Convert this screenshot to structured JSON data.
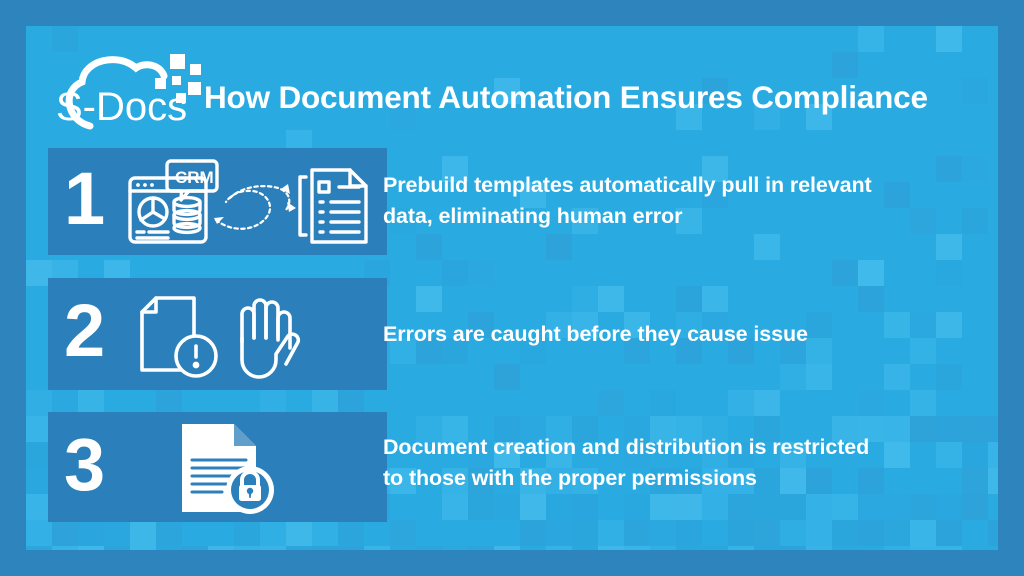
{
  "header": {
    "title": "How Document Automation Ensures Compliance",
    "logo": {
      "name": "s-docs-logo",
      "wordmark": "S-Docs",
      "icon": "cloud-pixels-icon"
    }
  },
  "colors": {
    "border": "#2e84bd",
    "canvas": "#29abe2",
    "panel": "#2b7fba",
    "text": "#ffffff",
    "mosaic_light": "#4cc0ee",
    "mosaic_dark": "#2f9fd6"
  },
  "rows": [
    {
      "number": "1",
      "lines": [
        "Prebuild templates automatically pull in relevant",
        "data, eliminating human error"
      ],
      "icons": [
        "crm-dashboard-icon",
        "dotted-arrows-icon",
        "stacked-documents-icon"
      ]
    },
    {
      "number": "2",
      "lines": [
        "Errors are caught before they cause issue"
      ],
      "icons": [
        "document-alert-icon",
        "stop-hand-icon"
      ]
    },
    {
      "number": "3",
      "lines": [
        "Document creation and distribution is restricted",
        "to those with the proper permissions"
      ],
      "icons": [
        "document-lock-icon"
      ]
    }
  ]
}
